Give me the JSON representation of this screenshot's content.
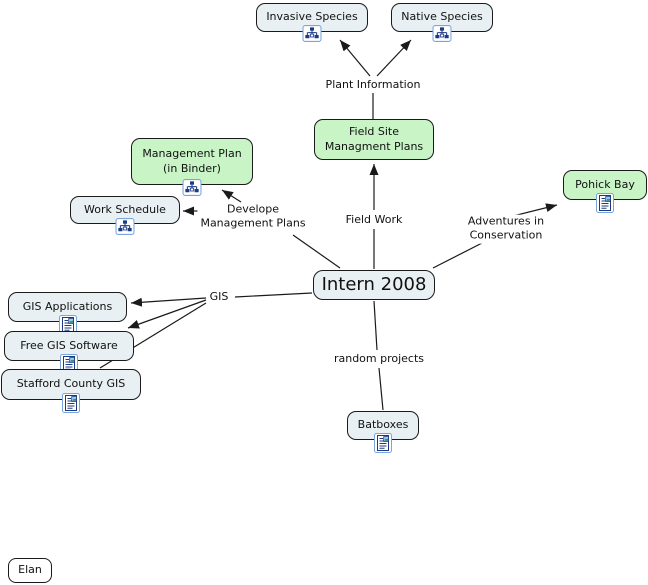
{
  "map": {
    "title": "Intern 2008 concept map",
    "colors": {
      "background": "#ffffff",
      "node_fill": "#e9f0f3",
      "node_green_fill": "#c9f5c6",
      "node_border": "#1a1a1a",
      "edge_line": "#1a1a1a",
      "icon_box_border": "#7aa5dc",
      "icon_glyph": "#1c3a86"
    }
  },
  "nodes": {
    "invasive_species": {
      "label": "Invasive Species",
      "icon": "concept-map-icon"
    },
    "native_species": {
      "label": "Native Species",
      "icon": "concept-map-icon"
    },
    "field_site_management_plans": {
      "label": "Field Site\nManagment Plans",
      "icon": null
    },
    "management_plan": {
      "label": "Management Plan\n(in Binder)",
      "icon": "concept-map-icon"
    },
    "work_schedule": {
      "label": "Work Schedule",
      "icon": "concept-map-icon"
    },
    "pohick_bay": {
      "label": "Pohick Bay",
      "icon": "resource-icon"
    },
    "intern_2008": {
      "label": "Intern 2008",
      "icon": null
    },
    "gis_applications": {
      "label": "GIS Applications",
      "icon": "resource-icon"
    },
    "free_gis_software": {
      "label": "Free GIS Software",
      "icon": "resource-icon"
    },
    "stafford_county_gis": {
      "label": "Stafford County GIS",
      "icon": "resource-icon"
    },
    "batboxes": {
      "label": "Batboxes",
      "icon": "resource-icon"
    },
    "elan": {
      "label": "Elan",
      "icon": null
    }
  },
  "links": {
    "plant_information": "Plant Information",
    "develope_management_plans": "Develope\nManagement Plans",
    "field_work": "Field Work",
    "adventures_in_conservation": "Adventures in Conservation",
    "gis": "GIS",
    "random_projects": "random projects"
  }
}
